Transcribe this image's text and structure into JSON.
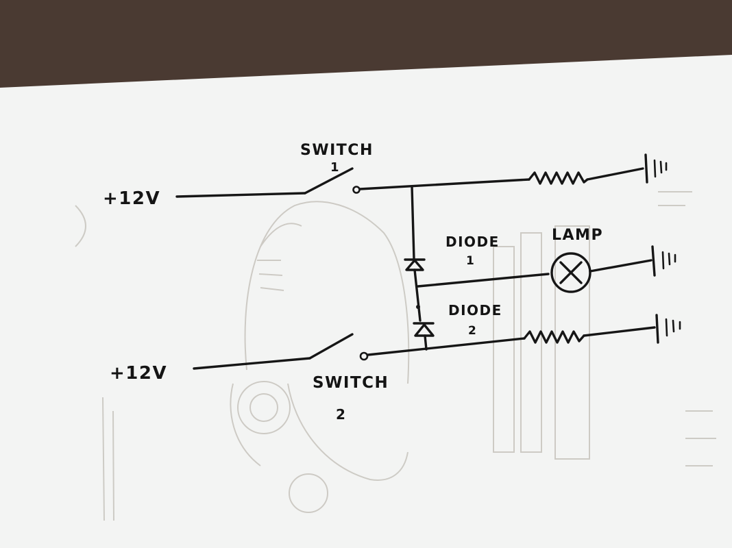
{
  "diagram": {
    "supply_top": "+12V",
    "supply_bottom": "+12V",
    "switch_1": {
      "word": "SWITCH",
      "number": "1"
    },
    "switch_2": {
      "word": "SWITCH",
      "number": "2"
    },
    "diode_1": {
      "word": "DIODE",
      "number": "1"
    },
    "diode_2": {
      "word": "DIODE",
      "number": "2"
    },
    "lamp": "LAMP"
  },
  "colors": {
    "table": "#4a3a32",
    "paper": "#f3f4f3",
    "ink": "#161616",
    "faint_print": "#c9c6c0"
  }
}
